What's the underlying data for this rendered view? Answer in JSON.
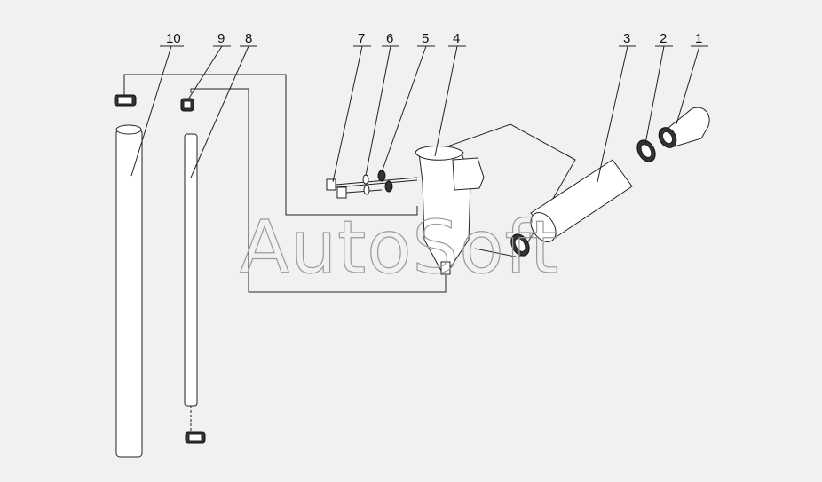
{
  "diagram": {
    "watermark": "AutoSoft",
    "callouts": [
      {
        "id": "c1",
        "text": "1"
      },
      {
        "id": "c2",
        "text": "2"
      },
      {
        "id": "c3",
        "text": "3"
      },
      {
        "id": "c4",
        "text": "4"
      },
      {
        "id": "c5",
        "text": "5"
      },
      {
        "id": "c6",
        "text": "6"
      },
      {
        "id": "c7",
        "text": "7"
      },
      {
        "id": "c8",
        "text": "8"
      },
      {
        "id": "c9",
        "text": "9"
      },
      {
        "id": "c10",
        "text": "10"
      }
    ],
    "colors": {
      "background": "#f1f1f1",
      "line": "#222222",
      "watermark": "#9a9a9a"
    }
  }
}
